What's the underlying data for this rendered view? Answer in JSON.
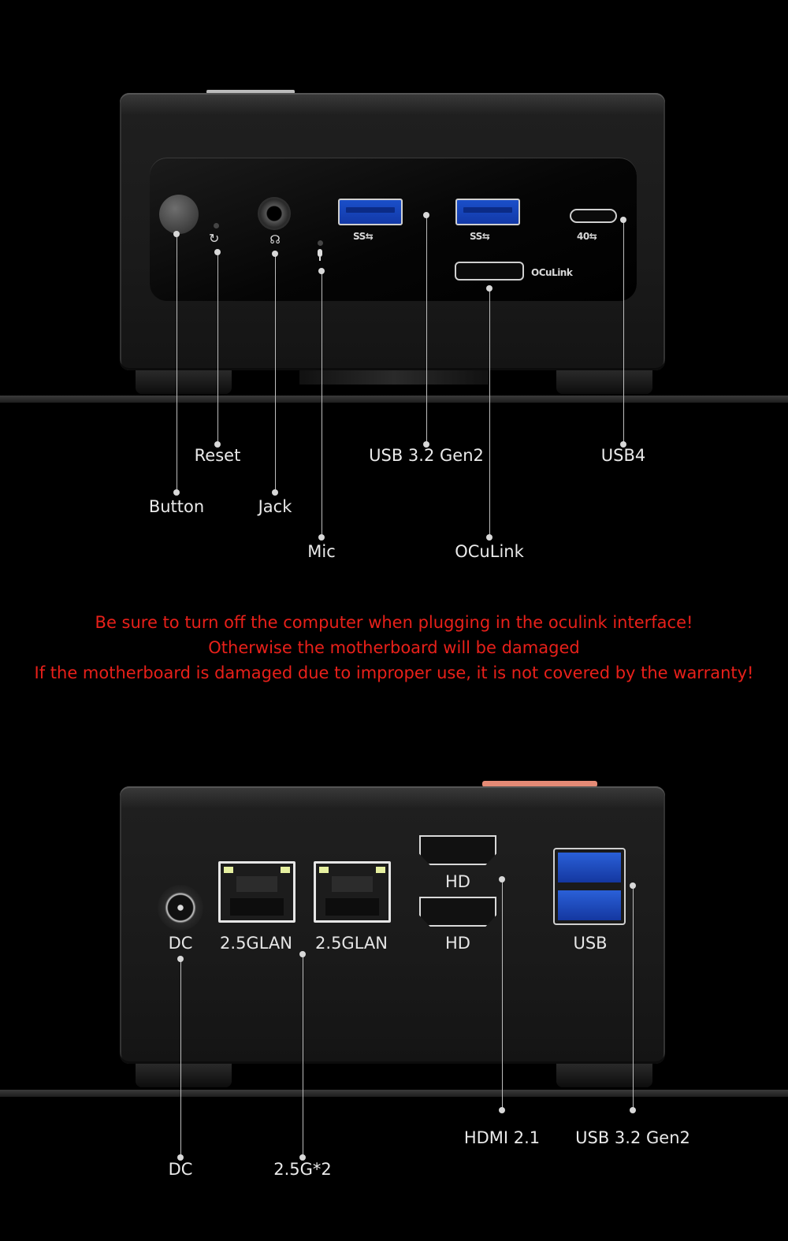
{
  "front": {
    "port_logos": {
      "usb_a_1": "SS",
      "usb_a_2": "SS",
      "usb_c": "40",
      "oculink": "OCuLink"
    },
    "callouts": {
      "reset": "Reset",
      "usb32": "USB 3.2 Gen2",
      "usb4": "USB4",
      "button": "Button",
      "jack": "Jack",
      "mic": "Mic",
      "oculink": "OCuLink"
    }
  },
  "warning": {
    "line1": "Be sure to turn off the computer when plugging in the oculink interface!",
    "line2": "Otherwise the motherboard will be damaged",
    "line3": "If the motherboard is damaged due to improper use, it is not covered by the warranty!",
    "color": "#e8201a"
  },
  "rear": {
    "port_labels": {
      "dc": "DC",
      "lan1": "2.5GLAN",
      "lan2": "2.5GLAN",
      "hd_top": "HD",
      "hd_bottom": "HD",
      "usb": "USB"
    },
    "callouts": {
      "hdmi": "HDMI 2.1",
      "usb32": "USB 3.2 Gen2",
      "dc": "DC",
      "lan": "2.5G*2"
    }
  },
  "colors": {
    "usb_blue": "#1a4fc9",
    "background": "#000000"
  }
}
